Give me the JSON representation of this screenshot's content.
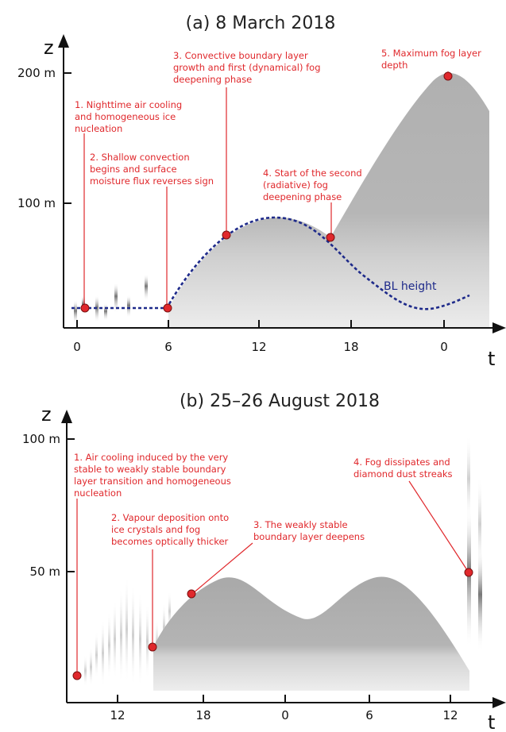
{
  "panel_a": {
    "title": "(a) 8 March 2018",
    "axis_z": "z",
    "axis_t": "t",
    "y_ticks": [
      "200 m",
      "100 m"
    ],
    "x_ticks": [
      "0",
      "6",
      "12",
      "18",
      "0"
    ],
    "bl_label": "BL height",
    "annotations": [
      {
        "lines": [
          "1. Nighttime air cooling",
          "and homogeneous ice",
          "nucleation"
        ]
      },
      {
        "lines": [
          "2. Shallow convection",
          "begins and surface",
          "moisture flux reverses sign"
        ]
      },
      {
        "lines": [
          "3. Convective boundary layer",
          "growth and first (dynamical) fog",
          "deepening phase"
        ]
      },
      {
        "lines": [
          "4. Start of the second",
          "(radiative) fog",
          "deepening phase"
        ]
      },
      {
        "lines": [
          "5. Maximum fog layer",
          "depth"
        ]
      }
    ],
    "colors": {
      "fog": "#b3b3b3",
      "annotation": "#e0282c",
      "bl_line": "#1e2a8a"
    }
  },
  "panel_b": {
    "title": "(b) 25–26 August 2018",
    "axis_z": "z",
    "axis_t": "t",
    "y_ticks": [
      "100 m",
      "50 m"
    ],
    "x_ticks": [
      "12",
      "18",
      "0",
      "6",
      "12"
    ],
    "annotations": [
      {
        "lines": [
          "1. Air cooling induced by the very",
          "stable to weakly stable boundary",
          "layer transition and homogeneous",
          "nucleation"
        ]
      },
      {
        "lines": [
          "2. Vapour deposition onto",
          "ice crystals and fog",
          "becomes optically thicker"
        ]
      },
      {
        "lines": [
          "3. The weakly stable",
          "boundary layer deepens"
        ]
      },
      {
        "lines": [
          "4. Fog dissipates and",
          "diamond dust streaks"
        ]
      }
    ],
    "colors": {
      "fog": "#ababab",
      "annotation": "#e0282c"
    }
  }
}
